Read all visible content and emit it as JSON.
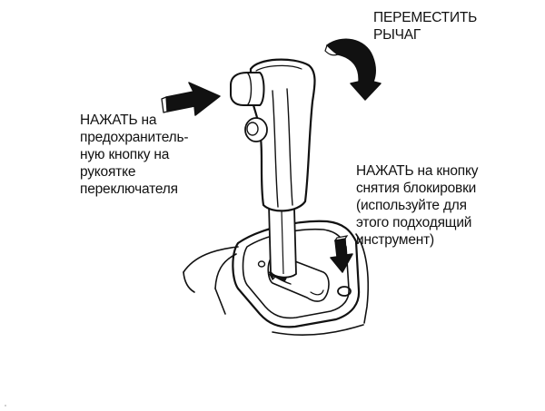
{
  "labels": {
    "move_lever": {
      "lines": [
        "ПЕРЕМЕСТИТЬ",
        "РЫЧАГ"
      ]
    },
    "press_safety_button": {
      "line1_strong": "НАЖАТЬ",
      "line1_rest": " на",
      "lines": [
        "предохранитель-",
        "ную кнопку на",
        "рукоятке",
        "переключателя"
      ]
    },
    "press_unlock_button": {
      "line1_strong": "НАЖАТЬ",
      "line1_rest": " на кнопку",
      "lines": [
        "снятия блокировки",
        "(используйте для",
        "этого подходящий",
        "инструмент)"
      ]
    }
  },
  "colors": {
    "ink": "#111111",
    "paper": "#ffffff"
  },
  "icons": [
    "press-arrow-icon",
    "rotate-arrow-icon",
    "down-arrow-icon"
  ]
}
